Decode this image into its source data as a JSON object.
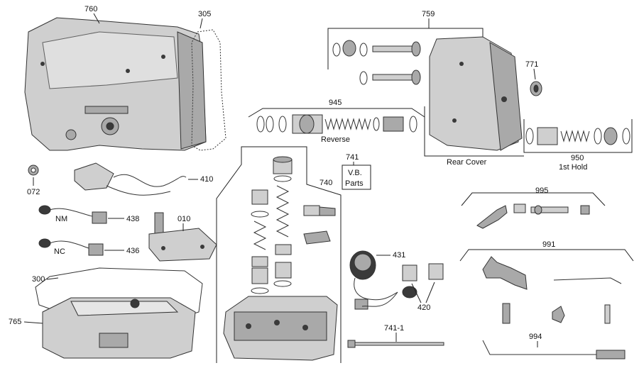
{
  "labels": {
    "n760": "760",
    "n305": "305",
    "n759": "759",
    "n771": "771",
    "n945": "945",
    "reverse": "Reverse",
    "rear_cover": "Rear Cover",
    "n950": "950",
    "first_hold": "1st Hold",
    "n741": "741",
    "vb_parts_1": "V.B.",
    "vb_parts_2": "Parts",
    "n740": "740",
    "n072": "072",
    "n410": "410",
    "nm": "NM",
    "n438": "438",
    "n010": "010",
    "nc": "NC",
    "n436": "436",
    "n300": "300",
    "n765": "765",
    "n431": "431",
    "n420": "420",
    "n7411": "741-1",
    "n995": "995",
    "n991": "991",
    "n994": "994"
  }
}
